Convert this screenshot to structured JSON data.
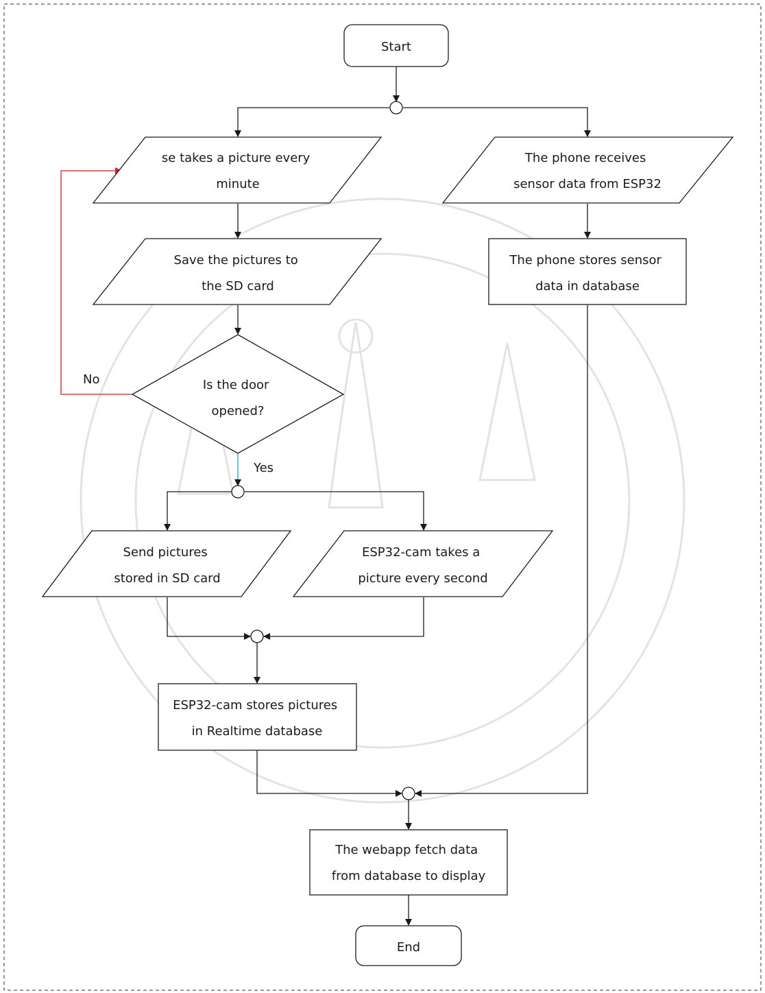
{
  "diagram": {
    "nodes": {
      "start": {
        "lines": [
          "Start"
        ]
      },
      "take_picture": {
        "lines": [
          "se takes a picture every",
          "minute"
        ]
      },
      "phone_receives": {
        "lines": [
          "The phone receives",
          "sensor data from ESP32"
        ]
      },
      "save_sd": {
        "lines": [
          "Save the pictures to",
          "the SD card"
        ]
      },
      "phone_stores": {
        "lines": [
          "The phone stores sensor",
          "data in database"
        ]
      },
      "door_decision": {
        "lines": [
          "Is the door",
          "opened?"
        ]
      },
      "send_pictures": {
        "lines": [
          "Send pictures",
          "stored in SD card"
        ]
      },
      "cam_every_second": {
        "lines": [
          "ESP32-cam takes a",
          "picture every second"
        ]
      },
      "cam_stores": {
        "lines": [
          "ESP32-cam stores pictures",
          "in Realtime database"
        ]
      },
      "webapp_fetch": {
        "lines": [
          "The webapp fetch data",
          "from database to display"
        ]
      },
      "end": {
        "lines": [
          "End"
        ]
      }
    },
    "labels": {
      "no": "No",
      "yes": "Yes"
    },
    "colors": {
      "line": "#1a1a1a",
      "loop_no": "#e01b1b",
      "yes_branch": "#1fa3e0",
      "watermark": "#e3e3e3",
      "frame": "#333333"
    },
    "watermark_icon": "university-seal-icon"
  }
}
